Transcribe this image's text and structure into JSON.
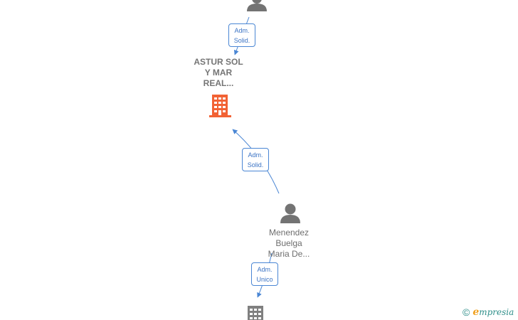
{
  "nodes": {
    "top_person": {
      "type": "person"
    },
    "company": {
      "type": "company",
      "label_lines": [
        "ASTUR SOL",
        "Y MAR",
        "REAL..."
      ],
      "color": "#f26234"
    },
    "person": {
      "type": "person",
      "label_lines": [
        "Menendez",
        "Buelga",
        "Maria De..."
      ]
    },
    "bottom_company": {
      "type": "company",
      "color": "#808080"
    }
  },
  "edges": [
    {
      "from": "top_person",
      "to": "company",
      "label_lines": [
        "Adm.",
        "Solid."
      ]
    },
    {
      "from": "person",
      "to": "company",
      "label_lines": [
        "Adm.",
        "Solid."
      ]
    },
    {
      "from": "person",
      "to": "bottom_company",
      "label_lines": [
        "Adm.",
        "Unico"
      ]
    }
  ],
  "colors": {
    "edge": "#4a86d4",
    "person_icon": "#737373",
    "label": "#757575",
    "brand": "#2f8f8a",
    "brand_accent": "#f0a020"
  },
  "brand": {
    "copyright_symbol": "©",
    "logo_initial": "e",
    "logo_rest": "mpresia"
  }
}
